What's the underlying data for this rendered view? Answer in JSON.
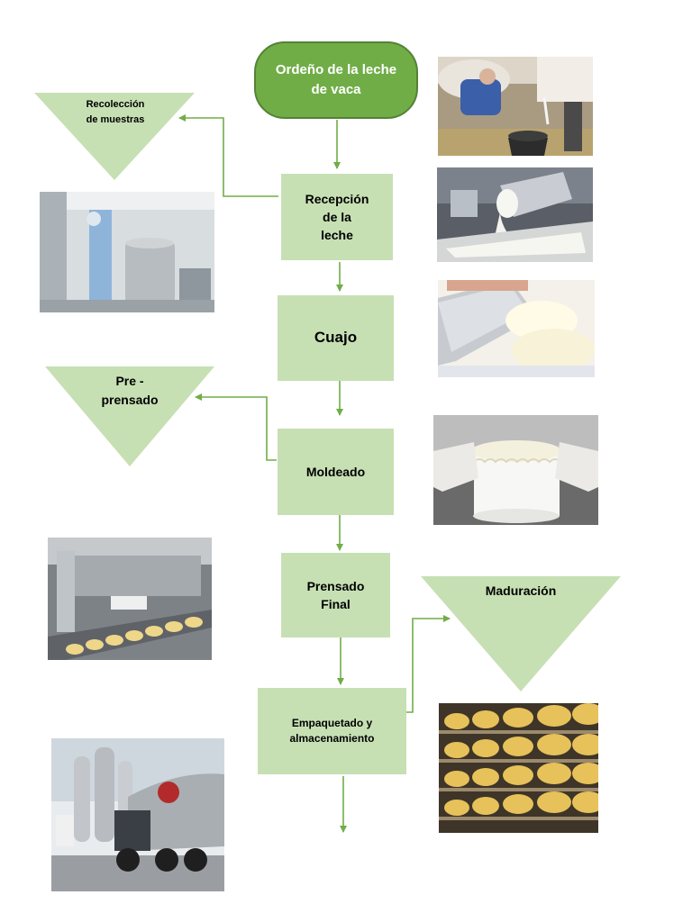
{
  "colors": {
    "start_fill": "#70ad47",
    "box_fill": "#c6e0b4",
    "arrow": "#70ad47",
    "triangle_fill": "#c6e0b4"
  },
  "start_node": {
    "label": "Ordeño de la leche\nde vaca"
  },
  "process_steps": [
    {
      "id": "recepcion",
      "label": "Recepción\nde la\nleche"
    },
    {
      "id": "cuajo",
      "label": "Cuajo"
    },
    {
      "id": "moldeado",
      "label": "Moldeado"
    },
    {
      "id": "prensado",
      "label": "Prensado\nFinal"
    },
    {
      "id": "empaquetado",
      "label": "Empaquetado y\nalmacenamiento"
    }
  ],
  "side_nodes": [
    {
      "id": "recoleccion",
      "label": "Recolección\nde muestras"
    },
    {
      "id": "preprensado",
      "label": "Pre -\nprensado"
    },
    {
      "id": "maduracion",
      "label": "Maduración"
    }
  ],
  "photos": [
    {
      "id": "milking",
      "icon": "milking-photo"
    },
    {
      "id": "milk-reception",
      "icon": "milk-pouring-photo"
    },
    {
      "id": "curd",
      "icon": "curd-photo"
    },
    {
      "id": "lab",
      "icon": "dairy-lab-photo"
    },
    {
      "id": "mold",
      "icon": "cheese-mold-photo"
    },
    {
      "id": "factory",
      "icon": "cheese-factory-photo"
    },
    {
      "id": "shelves",
      "icon": "aging-shelves-photo"
    },
    {
      "id": "truck",
      "icon": "tanker-truck-photo"
    }
  ]
}
